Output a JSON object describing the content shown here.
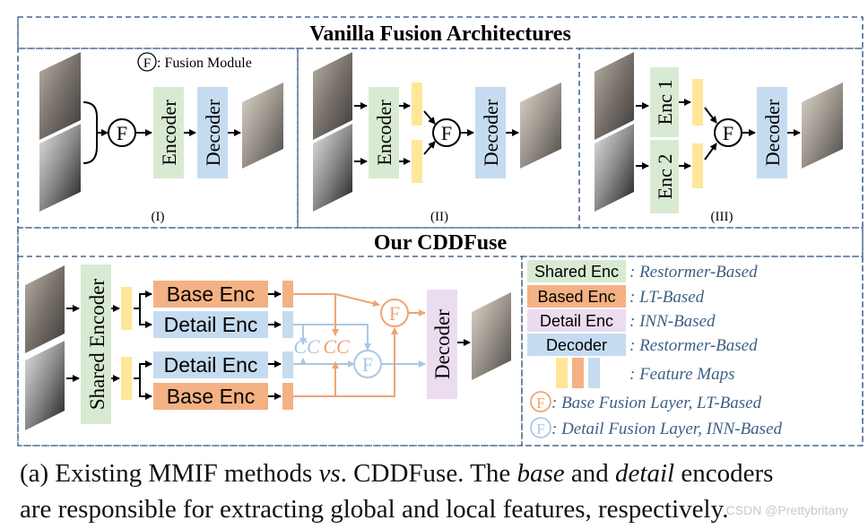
{
  "vanilla": {
    "title": "Vanilla Fusion Architectures",
    "fusion_symbol": "F",
    "fusion_note": ": Fusion Module",
    "panel1": {
      "encoder": "Encoder",
      "decoder": "Decoder",
      "label": "(I)"
    },
    "panel2": {
      "encoder": "Encoder",
      "decoder": "Decoder",
      "label": "(II)"
    },
    "panel3": {
      "enc1": "Enc 1",
      "enc2": "Enc 2",
      "decoder": "Decoder",
      "label": "(III)"
    }
  },
  "ours": {
    "title": "Our CDDFuse",
    "shared_encoder": "Shared Encoder",
    "base_enc": "Base Enc",
    "detail_enc": "Detail Enc",
    "decoder": "Decoder",
    "cc": "CC",
    "fusion_symbol": "F"
  },
  "legend": [
    {
      "key": "Shared Enc",
      "desc": ": Restormer-Based"
    },
    {
      "key": "Based Enc",
      "desc": ": LT-Based"
    },
    {
      "key": "Detail Enc",
      "desc": ": INN-Based"
    },
    {
      "key": "Decoder",
      "desc": ": Restormer-Based"
    },
    {
      "key": "",
      "desc": ": Feature Maps"
    },
    {
      "key": "F",
      "desc": ": Base Fusion Layer, LT-Based"
    },
    {
      "key": "F",
      "desc": ": Detail Fusion Layer, INN-Based"
    }
  ],
  "caption": {
    "line1_a": "(a) Existing MMIF methods ",
    "line1_vs": "vs",
    "line1_b": ". CDDFuse. The ",
    "line1_base": "base",
    "line1_c": " and ",
    "line1_detail": "detail",
    "line1_d": " encoders",
    "line2": "are responsible for extracting global and local features, respectively."
  },
  "watermark": "CSDN @Prettybritany",
  "colors": {
    "green": "#d9ead3",
    "blue": "#c5dcf0",
    "orange": "#f4b183",
    "pink": "#ecdcf0",
    "yellow": "#ffe699",
    "fusion_orange": "#f0a470",
    "fusion_blue": "#a9c8e6",
    "dash": "#3f5f86"
  }
}
